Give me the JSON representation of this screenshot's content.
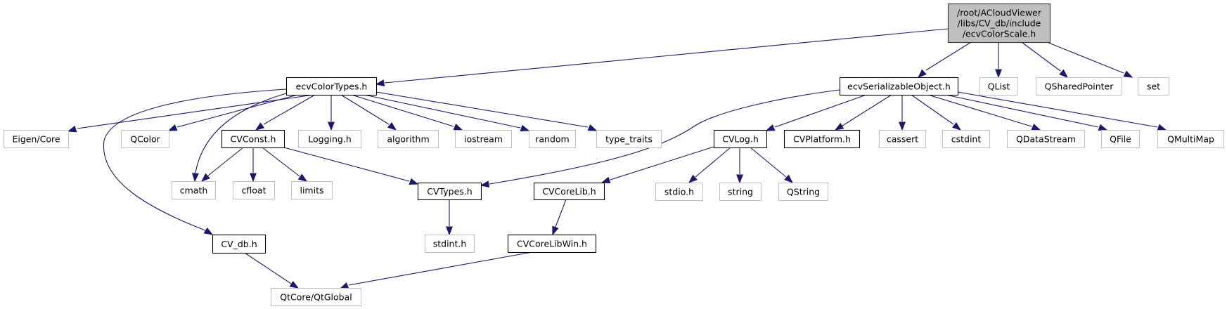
{
  "diagram": {
    "type": "include-dependency-graph",
    "colors": {
      "edge": "#191970",
      "root_fill": "#bfbfbf",
      "root_border": "#404040",
      "local_border": "#000000",
      "external_border": "#bfbfbf"
    },
    "nodes": [
      {
        "id": "root",
        "kind": "root",
        "lines": [
          "/root/ACloudViewer",
          "/libs/CV_db/include",
          "/ecvColorScale.h"
        ]
      },
      {
        "id": "ecvColorTypes",
        "kind": "local",
        "lines": [
          "ecvColorTypes.h"
        ]
      },
      {
        "id": "ecvSerializableObject",
        "kind": "local",
        "lines": [
          "ecvSerializableObject.h"
        ]
      },
      {
        "id": "QList",
        "kind": "external",
        "lines": [
          "QList"
        ]
      },
      {
        "id": "QSharedPointer",
        "kind": "external",
        "lines": [
          "QSharedPointer"
        ]
      },
      {
        "id": "set",
        "kind": "external",
        "lines": [
          "set"
        ]
      },
      {
        "id": "EigenCore",
        "kind": "external",
        "lines": [
          "Eigen/Core"
        ]
      },
      {
        "id": "QColor",
        "kind": "external",
        "lines": [
          "QColor"
        ]
      },
      {
        "id": "CVConst",
        "kind": "local",
        "lines": [
          "CVConst.h"
        ]
      },
      {
        "id": "Logging",
        "kind": "external",
        "lines": [
          "Logging.h"
        ]
      },
      {
        "id": "algorithm",
        "kind": "external",
        "lines": [
          "algorithm"
        ]
      },
      {
        "id": "iostream",
        "kind": "external",
        "lines": [
          "iostream"
        ]
      },
      {
        "id": "random",
        "kind": "external",
        "lines": [
          "random"
        ]
      },
      {
        "id": "type_traits",
        "kind": "external",
        "lines": [
          "type_traits"
        ]
      },
      {
        "id": "CVLog",
        "kind": "local",
        "lines": [
          "CVLog.h"
        ]
      },
      {
        "id": "CVPlatform",
        "kind": "local",
        "lines": [
          "CVPlatform.h"
        ]
      },
      {
        "id": "cassert",
        "kind": "external",
        "lines": [
          "cassert"
        ]
      },
      {
        "id": "cstdint",
        "kind": "external",
        "lines": [
          "cstdint"
        ]
      },
      {
        "id": "QDataStream",
        "kind": "external",
        "lines": [
          "QDataStream"
        ]
      },
      {
        "id": "QFile",
        "kind": "external",
        "lines": [
          "QFile"
        ]
      },
      {
        "id": "QMultiMap",
        "kind": "external",
        "lines": [
          "QMultiMap"
        ]
      },
      {
        "id": "cmath",
        "kind": "external",
        "lines": [
          "cmath"
        ]
      },
      {
        "id": "cfloat",
        "kind": "external",
        "lines": [
          "cfloat"
        ]
      },
      {
        "id": "limits",
        "kind": "external",
        "lines": [
          "limits"
        ]
      },
      {
        "id": "CVTypes",
        "kind": "local",
        "lines": [
          "CVTypes.h"
        ]
      },
      {
        "id": "CVCoreLib",
        "kind": "local",
        "lines": [
          "CVCoreLib.h"
        ]
      },
      {
        "id": "stdio",
        "kind": "external",
        "lines": [
          "stdio.h"
        ]
      },
      {
        "id": "string",
        "kind": "external",
        "lines": [
          "string"
        ]
      },
      {
        "id": "QString",
        "kind": "external",
        "lines": [
          "QString"
        ]
      },
      {
        "id": "CV_db",
        "kind": "local",
        "lines": [
          "CV_db.h"
        ]
      },
      {
        "id": "stdint",
        "kind": "external",
        "lines": [
          "stdint.h"
        ]
      },
      {
        "id": "CVCoreLibWin",
        "kind": "local",
        "lines": [
          "CVCoreLibWin.h"
        ]
      },
      {
        "id": "QtGlobal",
        "kind": "external",
        "lines": [
          "QtCore/QtGlobal"
        ]
      }
    ],
    "edges": [
      {
        "from": "root",
        "to": "ecvColorTypes"
      },
      {
        "from": "root",
        "to": "ecvSerializableObject"
      },
      {
        "from": "root",
        "to": "QList"
      },
      {
        "from": "root",
        "to": "QSharedPointer"
      },
      {
        "from": "root",
        "to": "set"
      },
      {
        "from": "ecvColorTypes",
        "to": "EigenCore"
      },
      {
        "from": "ecvColorTypes",
        "to": "QColor"
      },
      {
        "from": "ecvColorTypes",
        "to": "CVConst"
      },
      {
        "from": "ecvColorTypes",
        "to": "Logging"
      },
      {
        "from": "ecvColorTypes",
        "to": "algorithm"
      },
      {
        "from": "ecvColorTypes",
        "to": "iostream"
      },
      {
        "from": "ecvColorTypes",
        "to": "random"
      },
      {
        "from": "ecvColorTypes",
        "to": "type_traits"
      },
      {
        "from": "ecvColorTypes",
        "to": "cmath"
      },
      {
        "from": "ecvColorTypes",
        "to": "CV_db"
      },
      {
        "from": "CVConst",
        "to": "cmath"
      },
      {
        "from": "CVConst",
        "to": "cfloat"
      },
      {
        "from": "CVConst",
        "to": "limits"
      },
      {
        "from": "CVConst",
        "to": "CVTypes"
      },
      {
        "from": "CVTypes",
        "to": "stdint"
      },
      {
        "from": "CV_db",
        "to": "QtGlobal"
      },
      {
        "from": "ecvSerializableObject",
        "to": "CVTypes"
      },
      {
        "from": "ecvSerializableObject",
        "to": "CVLog"
      },
      {
        "from": "ecvSerializableObject",
        "to": "CVPlatform"
      },
      {
        "from": "ecvSerializableObject",
        "to": "cassert"
      },
      {
        "from": "ecvSerializableObject",
        "to": "cstdint"
      },
      {
        "from": "ecvSerializableObject",
        "to": "QDataStream"
      },
      {
        "from": "ecvSerializableObject",
        "to": "QFile"
      },
      {
        "from": "ecvSerializableObject",
        "to": "QMultiMap"
      },
      {
        "from": "CVLog",
        "to": "CVCoreLib"
      },
      {
        "from": "CVLog",
        "to": "stdio"
      },
      {
        "from": "CVLog",
        "to": "string"
      },
      {
        "from": "CVLog",
        "to": "QString"
      },
      {
        "from": "CVCoreLib",
        "to": "CVCoreLibWin"
      },
      {
        "from": "CVCoreLibWin",
        "to": "QtGlobal"
      }
    ]
  }
}
